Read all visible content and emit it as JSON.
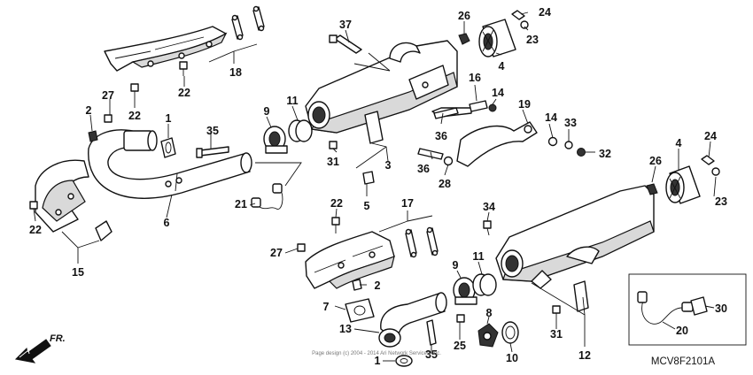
{
  "diagram": {
    "part_code": "MCV8F2101A",
    "direction_label": "FR.",
    "copyright": "Page design (c) 2004 - 2014 Ari Network Services, Inc.",
    "callouts": [
      "37",
      "26",
      "24",
      "23",
      "4",
      "18",
      "22",
      "27",
      "22",
      "2",
      "1",
      "35",
      "11",
      "9",
      "16",
      "14",
      "19",
      "36",
      "14",
      "33",
      "32",
      "31",
      "3",
      "5",
      "36",
      "28",
      "21",
      "6",
      "15",
      "22",
      "22",
      "17",
      "27",
      "34",
      "2",
      "24",
      "26",
      "4",
      "23",
      "7",
      "11",
      "9",
      "13",
      "35",
      "25",
      "8",
      "10",
      "1",
      "31",
      "12",
      "30",
      "20"
    ]
  }
}
